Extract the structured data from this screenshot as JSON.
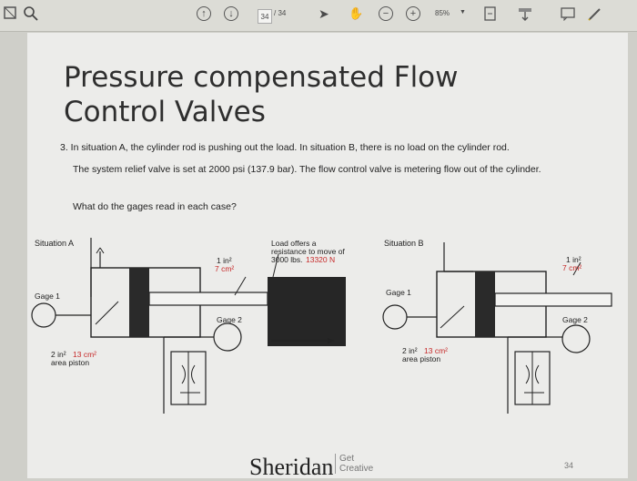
{
  "toolbar": {
    "page_current": "34",
    "page_total": "/ 34",
    "zoom": "85%",
    "icons": [
      "thumbnail-icon",
      "search-icon",
      "previous-page-icon",
      "next-page-icon",
      "select-arrow-icon",
      "hand-tool-icon",
      "zoom-out-icon",
      "zoom-in-icon",
      "fit-page-icon",
      "export-icon",
      "comment-icon",
      "pen-icon"
    ]
  },
  "slide": {
    "title": "Pressure compensated Flow\nControl Valves",
    "question": "3. In situation A, the cylinder rod is pushing out the load. In situation B, there is no load on the cylinder rod.",
    "para1": "The system relief valve is set at 2000 psi (137.9 bar). The flow control valve is metering flow out of the cylinder.",
    "para2": "What do the gages read in each case?",
    "situation_a": "Situation A",
    "situation_b": "Situation B",
    "gage1": "Gage 1",
    "gage2": "Gage 2",
    "rod_area_in": "1 in²",
    "rod_area_cm": "7 cm²",
    "piston_area_in": "2 in²",
    "piston_area_cm": "13 cm²",
    "area_piston": "area piston",
    "load_line1": "Load offers a",
    "load_line2": "resistance to move of",
    "load_line3": "3000 lbs.",
    "load_n": "13320 N",
    "logo": "Sheridan",
    "tagline": "Get\nCreative",
    "page_number": "34"
  }
}
